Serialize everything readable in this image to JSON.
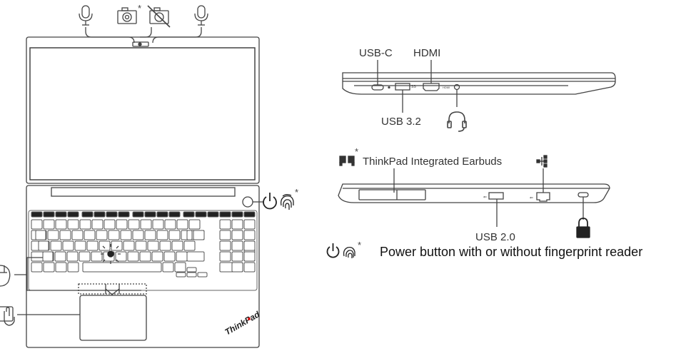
{
  "labels": {
    "usb_c": "USB-C",
    "hdmi": "HDMI",
    "usb_32": "USB 3.2",
    "earbuds": "ThinkPad Integrated Earbuds",
    "usb_20": "USB 2.0",
    "power_fp": "Power button with or without fingerprint reader",
    "brand": "ThinkPad",
    "asterisk": "*"
  },
  "icons": {
    "microphone": "microphone-icon",
    "camera": "camera-icon",
    "camera_off": "camera-off-icon",
    "power": "power-icon",
    "fingerprint": "fingerprint-icon",
    "trackpoint": "trackpoint-icon",
    "mouse": "mouse-icon",
    "touchpad": "touchpad-icon",
    "headphones": "headphones-icon",
    "earbuds": "earbuds-icon",
    "ethernet": "ethernet-icon",
    "lock": "lock-icon"
  }
}
